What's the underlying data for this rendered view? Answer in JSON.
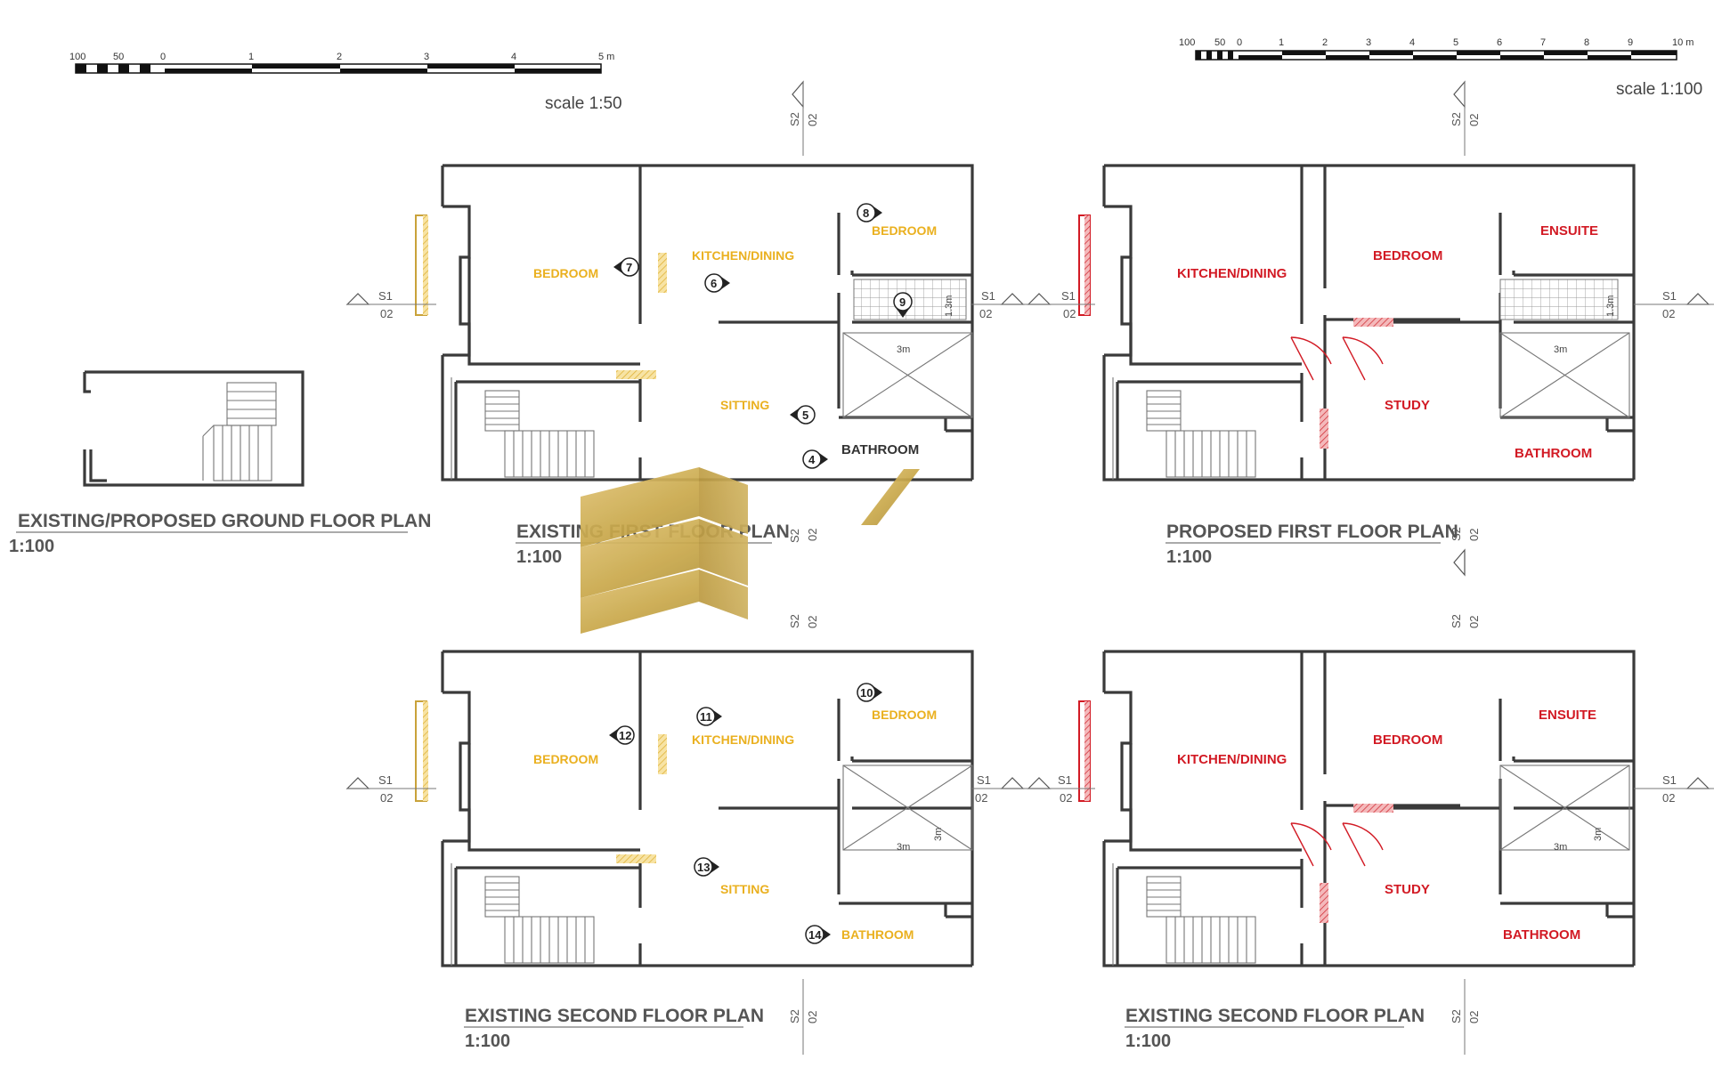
{
  "scales": [
    {
      "ticks": [
        "100",
        "50",
        "0",
        "1",
        "2",
        "3",
        "4",
        "5 m"
      ],
      "caption": "scale 1:50"
    },
    {
      "ticks": [
        "100",
        "50",
        "0",
        "1",
        "2",
        "3",
        "4",
        "5",
        "6",
        "7",
        "8",
        "9",
        "10 m"
      ],
      "caption": "scale 1:100"
    }
  ],
  "plans": {
    "ground": {
      "title": "EXISTING/PROPOSED GROUND FLOOR PLAN",
      "scale": "1:100"
    },
    "first_existing": {
      "title": "EXISTING FIRST FLOOR PLAN",
      "scale": "1:100",
      "rooms": [
        "BEDROOM",
        "KITCHEN/DINING",
        "BEDROOM",
        "SITTING",
        "BATHROOM"
      ],
      "markers": [
        "7",
        "6",
        "8",
        "9",
        "5",
        "4"
      ]
    },
    "first_proposed": {
      "title": "PROPOSED FIRST FLOOR PLAN",
      "scale": "1:100",
      "rooms": [
        "KITCHEN/DINING",
        "BEDROOM",
        "ENSUITE",
        "STUDY",
        "BATHROOM"
      ]
    },
    "second_existing": {
      "title": "EXISTING SECOND FLOOR PLAN",
      "scale": "1:100",
      "rooms": [
        "BEDROOM",
        "KITCHEN/DINING",
        "BEDROOM",
        "SITTING",
        "BATHROOM"
      ],
      "markers": [
        "12",
        "11",
        "10",
        "13",
        "14"
      ]
    },
    "second_proposed": {
      "title": "EXISTING SECOND FLOOR PLAN",
      "scale": "1:100",
      "rooms": [
        "KITCHEN/DINING",
        "BEDROOM",
        "ENSUITE",
        "STUDY",
        "BATHROOM"
      ]
    }
  },
  "sections": {
    "s1": "S1",
    "s2": "S2",
    "sheet": "02"
  },
  "dims": {
    "three_m": "3m",
    "one_three_m": "1.3m"
  },
  "colors": {
    "existing_label": "#eab01f",
    "proposed_label": "#d21a24",
    "wall": "#3a3a3a",
    "logo_gold": "#c9a84a"
  }
}
